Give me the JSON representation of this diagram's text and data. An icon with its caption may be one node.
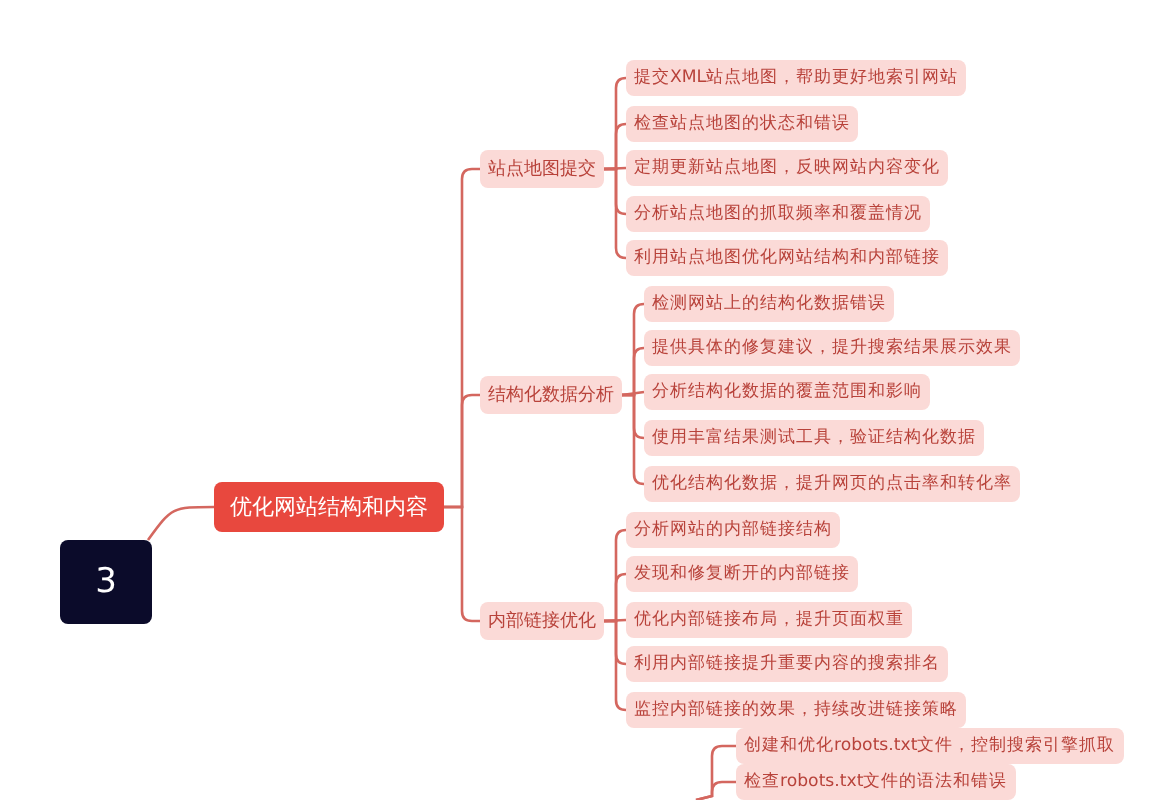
{
  "diagram": {
    "nodes": [
      {
        "text": [
          "3"
        ]
      },
      {
        "text": [
          "优化网站结构和内容"
        ]
      },
      {
        "text": [
          "站点地图提交"
        ]
      },
      {
        "text": [
          "提交XML站点地图，帮助更好地索引网站"
        ]
      },
      {
        "text": [
          "检查站点地图的状态和错误"
        ]
      },
      {
        "text": [
          "定期更新站点地图，反映网站内容变化"
        ]
      },
      {
        "text": [
          "分析站点地图的抓取频率和覆盖情况"
        ]
      },
      {
        "text": [
          "利用站点地图优化网站结构和内部链接"
        ]
      },
      {
        "text": [
          "结构化数据分析"
        ]
      },
      {
        "text": [
          "检测网站上的结构化数据错误"
        ]
      },
      {
        "text": [
          "提供具体的修复建议，提升搜索结果展示效果"
        ]
      },
      {
        "text": [
          "分析结构化数据的覆盖范围和影响"
        ]
      },
      {
        "text": [
          "使用丰富结果测试工具，验证结构化数据"
        ]
      },
      {
        "text": [
          "优化结构化数据，提升网页的点击率和转化率"
        ]
      },
      {
        "text": [
          "内部链接优化"
        ]
      },
      {
        "text": [
          "分析网站的内部链接结构"
        ]
      },
      {
        "text": [
          "发现和修复断开的内部链接"
        ]
      },
      {
        "text": [
          "优化内部链接布局，提升页面权重"
        ]
      },
      {
        "text": [
          "利用内部链接提升重要内容的搜索排名"
        ]
      },
      {
        "text": [
          "监控内部链接的效果，持续改进链接策略"
        ]
      },
      {
        "text": [
          "创建和优化robots.txt文件，控制搜索引擎抓取"
        ]
      },
      {
        "text": [
          "检查robots.txt文件的语法和错误"
        ]
      }
    ],
    "edges": [
      {
        "from": 0,
        "to": 1,
        "arrow": "none"
      },
      {
        "from": 1,
        "to": 2,
        "arrow": "none"
      },
      {
        "from": 1,
        "to": 8,
        "arrow": "none"
      },
      {
        "from": 1,
        "to": 14,
        "arrow": "none"
      },
      {
        "from": 2,
        "to": 3,
        "arrow": "none"
      },
      {
        "from": 2,
        "to": 4,
        "arrow": "none"
      },
      {
        "from": 2,
        "to": 5,
        "arrow": "none"
      },
      {
        "from": 2,
        "to": 6,
        "arrow": "none"
      },
      {
        "from": 2,
        "to": 7,
        "arrow": "none"
      },
      {
        "from": 8,
        "to": 9,
        "arrow": "none"
      },
      {
        "from": 8,
        "to": 10,
        "arrow": "none"
      },
      {
        "from": 8,
        "to": 11,
        "arrow": "none"
      },
      {
        "from": 8,
        "to": 12,
        "arrow": "none"
      },
      {
        "from": 8,
        "to": 13,
        "arrow": "none"
      },
      {
        "from": 14,
        "to": 15,
        "arrow": "none"
      },
      {
        "from": 14,
        "to": 16,
        "arrow": "none"
      },
      {
        "from": 14,
        "to": 17,
        "arrow": "none"
      },
      {
        "from": 14,
        "to": 18,
        "arrow": "none"
      },
      {
        "from": 14,
        "to": 19,
        "arrow": "none"
      },
      {
        "from": null,
        "to": 20,
        "arrow": "none"
      },
      {
        "from": null,
        "to": 21,
        "arrow": "none"
      }
    ]
  }
}
